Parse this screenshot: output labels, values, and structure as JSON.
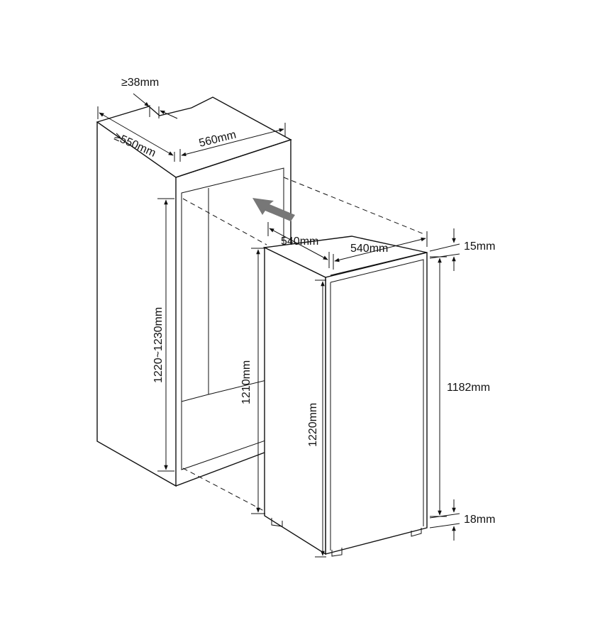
{
  "diagram": {
    "labels": {
      "min_gap_top": "≥38mm",
      "cabinet_depth_min": "≥550mm",
      "cabinet_width": "560mm",
      "cabinet_height": "1220~1230mm",
      "appliance_depth": "540mm",
      "appliance_width": "540mm",
      "appliance_total_height": "1220mm",
      "appliance_body_height": "1182mm",
      "top_offset": "15mm",
      "bottom_offset": "18mm",
      "inner_height": "1210mm"
    },
    "colors": {
      "line": "#111111",
      "arrow": "#777777",
      "background": "#ffffff"
    }
  }
}
